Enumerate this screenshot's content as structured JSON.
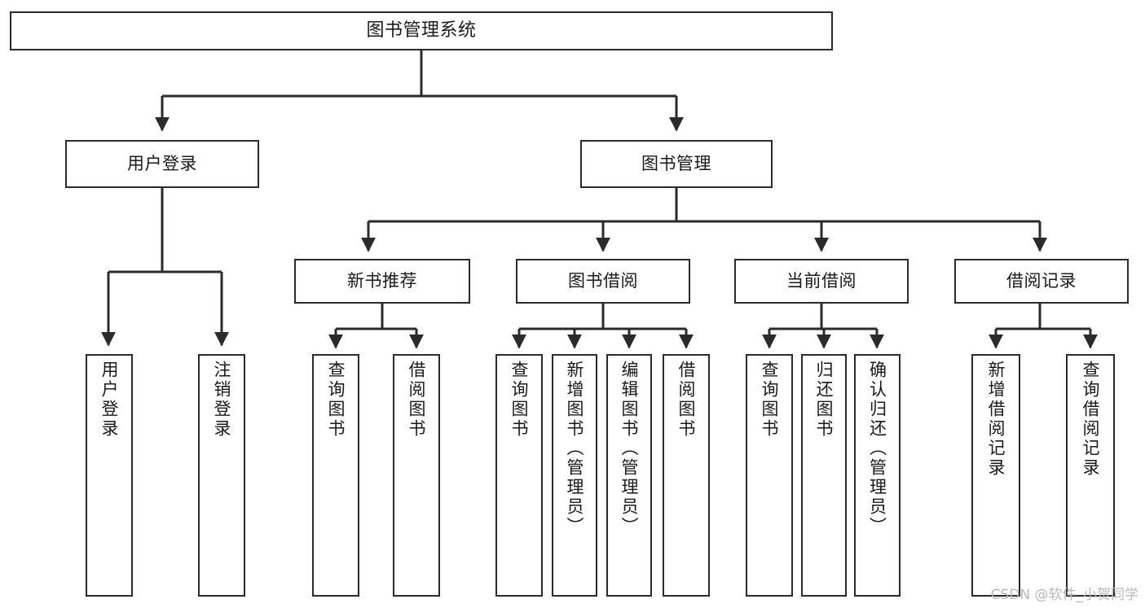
{
  "diagram": {
    "type": "tree",
    "title": "图书管理系统",
    "root": {
      "id": "root",
      "label": "图书管理系统"
    },
    "level2": [
      {
        "id": "user-login",
        "label": "用户登录"
      },
      {
        "id": "book-manage",
        "label": "图书管理"
      }
    ],
    "level3": [
      {
        "id": "new-book-rec",
        "label": "新书推荐"
      },
      {
        "id": "book-borrow",
        "label": "图书借阅"
      },
      {
        "id": "current-borrow",
        "label": "当前借阅"
      },
      {
        "id": "borrow-record",
        "label": "借阅记录"
      }
    ],
    "leaves": {
      "user_login": [
        {
          "id": "leaf-user-login",
          "label": "用户登录"
        },
        {
          "id": "leaf-logout",
          "label": "注销登录"
        }
      ],
      "new_book_rec": [
        {
          "id": "leaf-query-book-1",
          "label": "查询图书"
        },
        {
          "id": "leaf-borrow-book-1",
          "label": "借阅图书"
        }
      ],
      "book_borrow": [
        {
          "id": "leaf-query-book-2",
          "label": "查询图书"
        },
        {
          "id": "leaf-add-book",
          "label": "新增图书（管理员）"
        },
        {
          "id": "leaf-edit-book",
          "label": "编辑图书（管理员）"
        },
        {
          "id": "leaf-borrow-book-2",
          "label": "借阅图书"
        }
      ],
      "current_borrow": [
        {
          "id": "leaf-query-book-3",
          "label": "查询图书"
        },
        {
          "id": "leaf-return-book",
          "label": "归还图书"
        },
        {
          "id": "leaf-confirm-return",
          "label": "确认归还（管理员）"
        }
      ],
      "borrow_record": [
        {
          "id": "leaf-add-record",
          "label": "新增借阅记录"
        },
        {
          "id": "leaf-query-record",
          "label": "查询借阅记录"
        }
      ]
    }
  },
  "watermark": {
    "text": "CSDN @软件_小贺同学"
  },
  "colors": {
    "background": "#ffffff",
    "node_fill": "#ffffff",
    "node_border": "#2b2b2b",
    "connector": "#2b2b2b",
    "text": "#1a1a1a",
    "watermark": "#b9b9b9"
  }
}
